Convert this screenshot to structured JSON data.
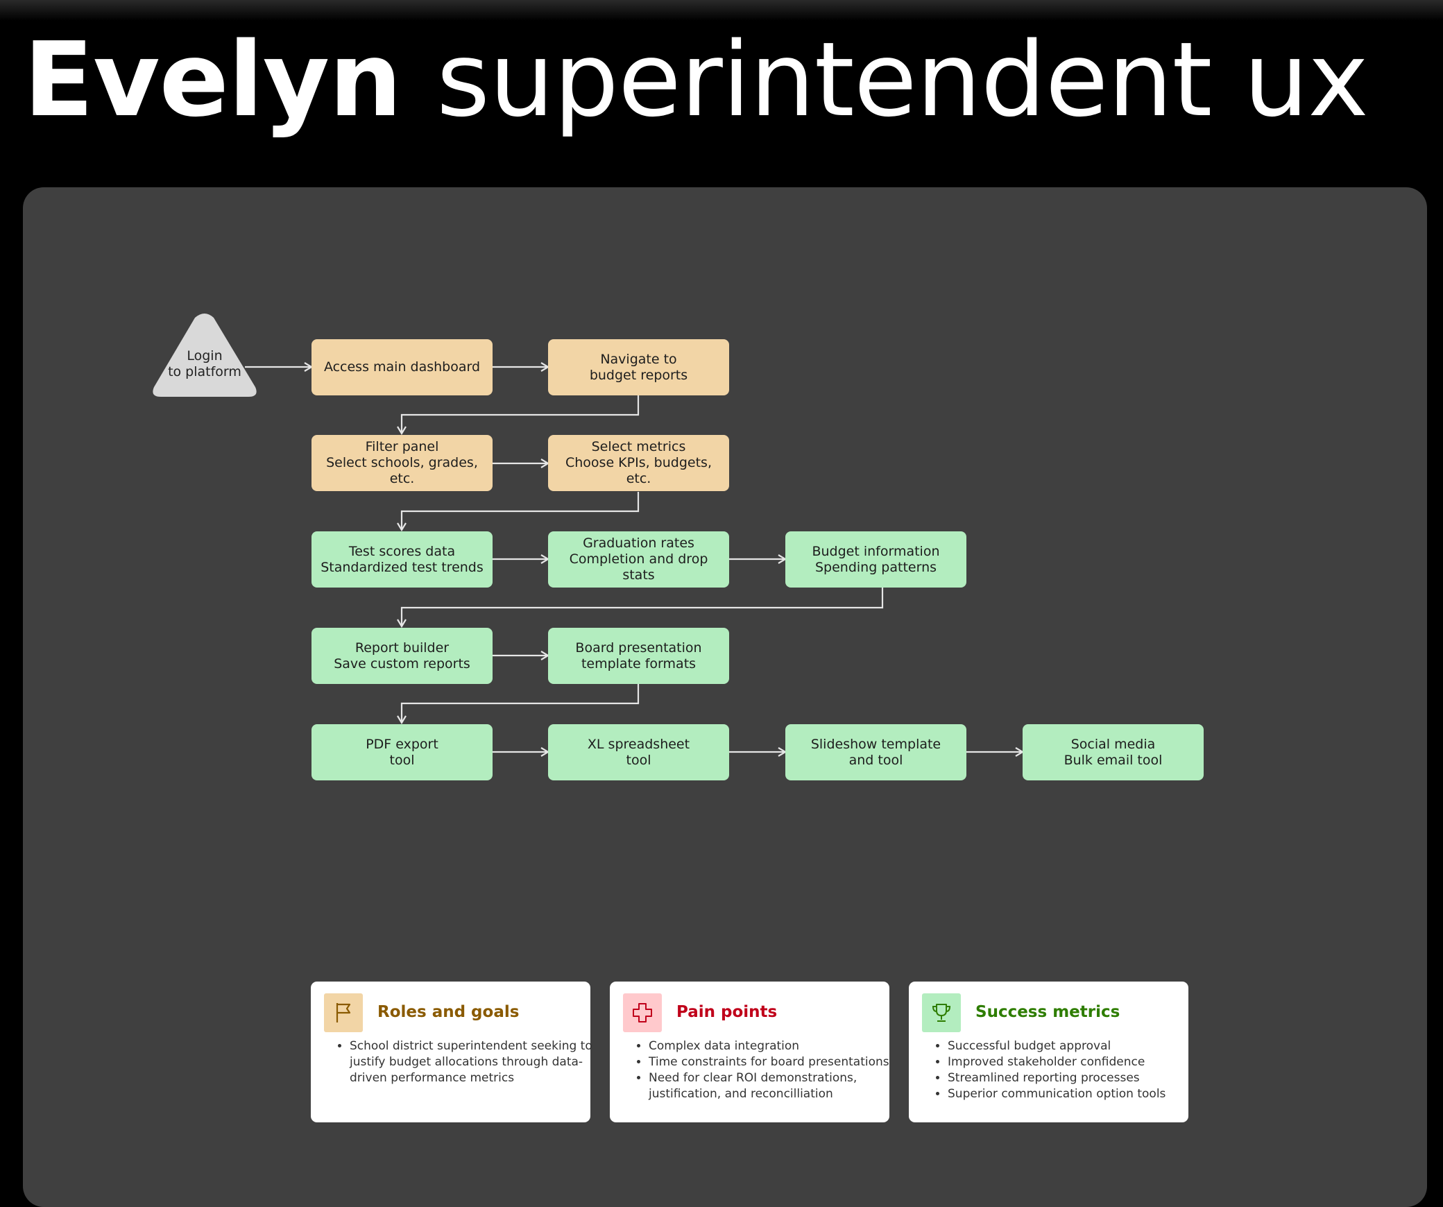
{
  "header": {
    "title_bold": "Evelyn",
    "title_light": "superintendent ux"
  },
  "flow": {
    "start": {
      "label": "Login\nto platform",
      "shape": "triangle"
    },
    "nodes": [
      {
        "id": "access",
        "label": "Access main dashboard",
        "category": "navigation"
      },
      {
        "id": "navigate",
        "label": "Navigate to\nbudget reports",
        "category": "navigation"
      },
      {
        "id": "filter",
        "label": "Filter panel\nSelect schools, grades, etc.",
        "category": "navigation"
      },
      {
        "id": "metrics",
        "label": "Select metrics\nChoose KPIs, budgets, etc.",
        "category": "navigation"
      },
      {
        "id": "test",
        "label": "Test scores data\nStandardized test trends",
        "category": "data"
      },
      {
        "id": "grad",
        "label": "Graduation rates\nCompletion and drop stats",
        "category": "data"
      },
      {
        "id": "budget",
        "label": "Budget information\nSpending patterns",
        "category": "data"
      },
      {
        "id": "report",
        "label": "Report builder\nSave custom reports",
        "category": "data"
      },
      {
        "id": "board",
        "label": "Board presentation\ntemplate formats",
        "category": "data"
      },
      {
        "id": "pdf",
        "label": "PDF export\ntool",
        "category": "data"
      },
      {
        "id": "xl",
        "label": "XL spreadsheet\ntool",
        "category": "data"
      },
      {
        "id": "slides",
        "label": "Slideshow template\nand tool",
        "category": "data"
      },
      {
        "id": "social",
        "label": "Social media\nBulk email tool",
        "category": "data"
      }
    ],
    "edges": [
      [
        "start",
        "access"
      ],
      [
        "access",
        "navigate"
      ],
      [
        "navigate",
        "filter"
      ],
      [
        "filter",
        "metrics"
      ],
      [
        "metrics",
        "test"
      ],
      [
        "test",
        "grad"
      ],
      [
        "grad",
        "budget"
      ],
      [
        "budget",
        "report"
      ],
      [
        "report",
        "board"
      ],
      [
        "board",
        "pdf"
      ],
      [
        "pdf",
        "xl"
      ],
      [
        "xl",
        "slides"
      ],
      [
        "slides",
        "social"
      ]
    ]
  },
  "cards": [
    {
      "id": "roles",
      "title": "Roles and goals",
      "icon": "flag-icon",
      "title_color": "#8a5a00",
      "icon_bg": "#f2d5a6",
      "items": [
        "School district superintendent seeking to justify budget allocations through data-driven performance metrics"
      ]
    },
    {
      "id": "pain",
      "title": "Pain points",
      "icon": "medical-cross-icon",
      "title_color": "#c0001a",
      "icon_bg": "#ffc9cc",
      "items": [
        "Complex data integration",
        "Time constraints for board presentations",
        "Need for clear ROI demonstrations, justification, and reconcilliation"
      ]
    },
    {
      "id": "success",
      "title": "Success metrics",
      "icon": "trophy-icon",
      "title_color": "#2e7d00",
      "icon_bg": "#b3edbf",
      "items": [
        "Successful budget approval",
        "Improved stakeholder confidence",
        "Streamlined reporting processes",
        "Superior communication option tools"
      ]
    }
  ],
  "colors": {
    "page_background": "#000000",
    "canvas_background": "#404040",
    "navigation_node": "#f2d5a6",
    "data_node": "#b3edbf",
    "start_node": "#d9d9d9",
    "connector": "#e6e6e6"
  }
}
